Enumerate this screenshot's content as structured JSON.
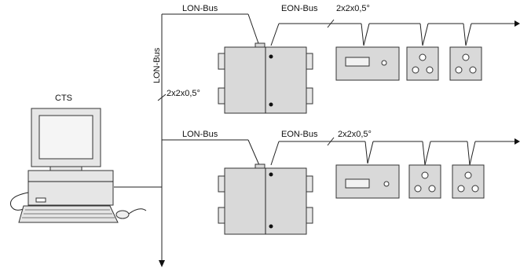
{
  "labels": {
    "cts": "CTS",
    "lon_bus_vertical": "LON-Bus",
    "cable_vertical": "2x2x0,5°",
    "row1": {
      "lon_bus": "LON-Bus",
      "eon_bus": "EON-Bus",
      "cable": "2x2x0,5°"
    },
    "row2": {
      "lon_bus": "LON-Bus",
      "eon_bus": "EON-Bus",
      "cable": "2x2x0,5°"
    }
  },
  "colors": {
    "line": "#222222",
    "unit_fill": "#d9d9d9",
    "panel_fill": "#dcdcdc"
  },
  "icons": [
    "computer-icon",
    "air-handling-unit-icon",
    "control-panel-icon",
    "wall-sensor-icon",
    "arrow-right-icon",
    "arrow-down-icon"
  ]
}
